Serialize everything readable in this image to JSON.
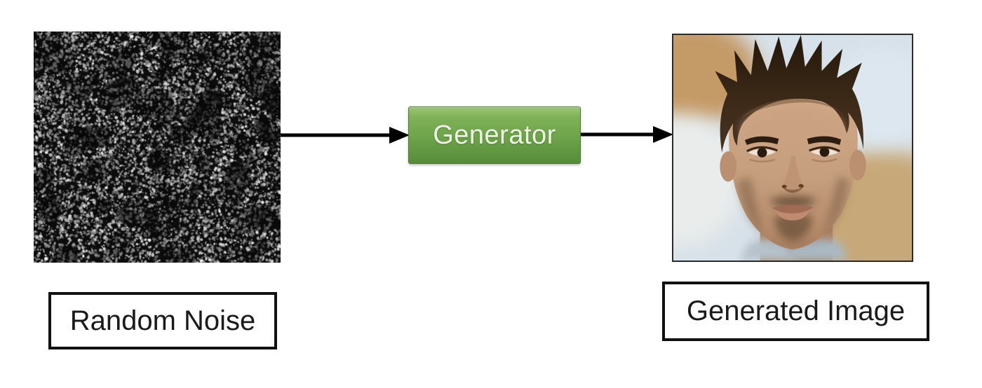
{
  "diagram": {
    "title_semantic": "gan-generator-flow",
    "background_color": "#ffffff",
    "arrow_color": "#000000",
    "noise_node": {
      "image_name": "random-noise-image",
      "label": "Random Noise",
      "label_border_color": "#111111"
    },
    "generator_node": {
      "label": "Generator",
      "gradient_top": "#9cc576",
      "gradient_bottom": "#578c3a",
      "border_color": "#4a7a30",
      "text_color": "#eef5e4"
    },
    "generated_node": {
      "image_name": "generated-face-image",
      "label": "Generated Image",
      "label_border_color": "#111111"
    }
  }
}
